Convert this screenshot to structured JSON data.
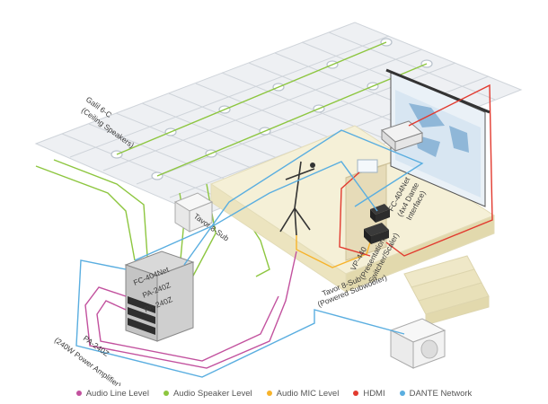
{
  "colors": {
    "audio_line": "#c2519e",
    "audio_speaker": "#8dc63f",
    "audio_mic": "#f7b32b",
    "hdmi": "#e23a2f",
    "dante": "#5aaee0",
    "floor": "#f5f0d7",
    "grid": "#d9dde2"
  },
  "labels": {
    "ceiling_speakers_name": "Galil 6-C",
    "ceiling_speakers_desc": "(Ceiling Speakers)",
    "sub_left": "Tavor 8-Sub",
    "sub_right_name": "Tavor 8-Sub",
    "sub_right_desc": "(Powered Subwoofer)",
    "rack_fc": "FC-404Net",
    "rack_pa1": "PA-240Z",
    "rack_pa2": "PA-240Z",
    "amp_name": "PA-240Z",
    "amp_desc": "(240W Power Amplifier)",
    "fc_name": "FC-404Net",
    "fc_desc1": "(4x4 Dante",
    "fc_desc2": "Interface)",
    "vp_name": "VP-440",
    "vp_desc1": "(Presentation",
    "vp_desc2": "Switcher/Scaler)"
  },
  "legend": [
    {
      "label": "Audio Line Level",
      "color": "#c2519e",
      "icon": "line-level-dot-icon"
    },
    {
      "label": "Audio Speaker Level",
      "color": "#8dc63f",
      "icon": "speaker-level-dot-icon"
    },
    {
      "label": "Audio MIC Level",
      "color": "#f7b32b",
      "icon": "mic-level-dot-icon"
    },
    {
      "label": "HDMI",
      "color": "#e23a2f",
      "icon": "hdmi-dot-icon"
    },
    {
      "label": "DANTE Network",
      "color": "#5aaee0",
      "icon": "dante-dot-icon"
    }
  ]
}
